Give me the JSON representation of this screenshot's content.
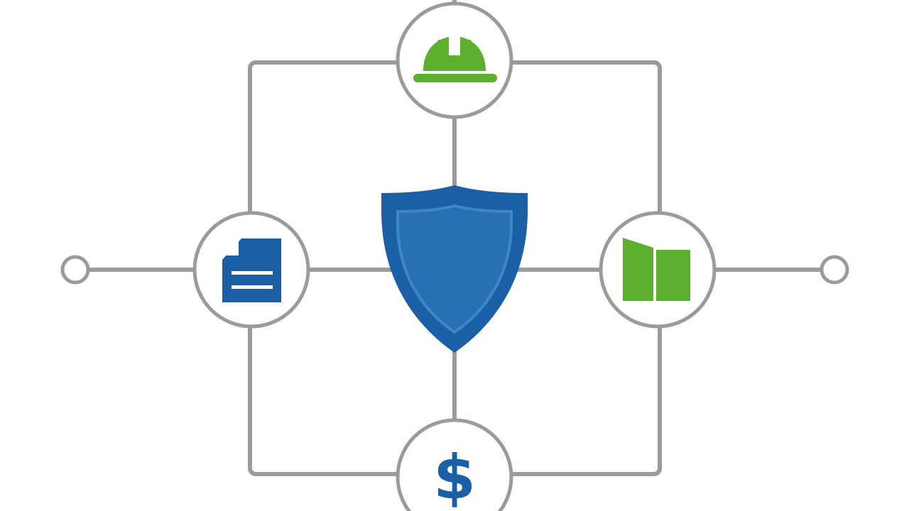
{
  "diagram": {
    "center": {
      "icon": "shield-icon",
      "color": "#1b5fa6",
      "inner_color": "#2670b3"
    },
    "nodes": [
      {
        "position": "top",
        "icon": "hard-hat-icon",
        "color": "#5daf2e"
      },
      {
        "position": "left",
        "icon": "document-icon",
        "color": "#1b5fa6"
      },
      {
        "position": "right",
        "icon": "building-icon",
        "color": "#5daf2e"
      },
      {
        "position": "bottom",
        "icon": "dollar-icon",
        "color": "#1b5fa6",
        "glyph": "$"
      }
    ],
    "connector_color": "#9b9b9b",
    "background": "#ffffff"
  }
}
